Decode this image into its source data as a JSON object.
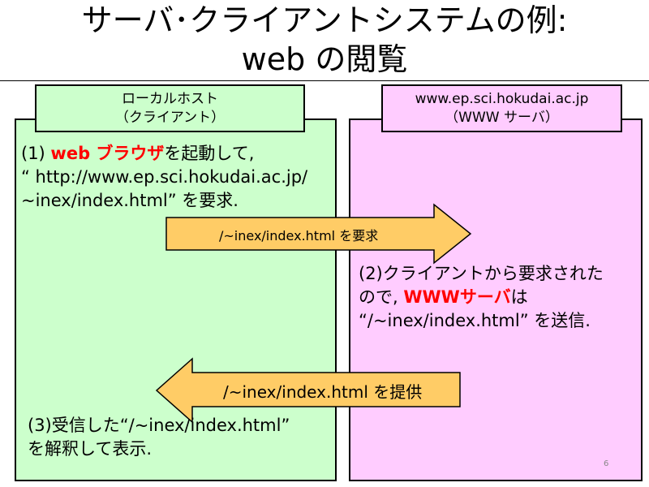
{
  "title": {
    "line1": "サーバ･クライアントシステムの例:",
    "line2": "web の閲覧"
  },
  "client": {
    "label_line1": "ローカルホスト",
    "label_line2": "（クライアント）",
    "step1": {
      "prefix": "(1) ",
      "highlight": "web ブラウザ",
      "line1_suffix": "を起動して,",
      "line2": "“ http://www.ep.sci.hokudai.ac.jp/",
      "line3": "~inex/index.html” を要求."
    },
    "step3": {
      "line1": "(3)受信した“/~inex/index.html”",
      "line2": "を解釈して表示."
    }
  },
  "server": {
    "label_line1": "www.ep.sci.hokudai.ac.jp",
    "label_line2": "（WWW サーバ）",
    "step2": {
      "line1": "(2)クライアントから要求された",
      "line2_prefix": "ので, ",
      "line2_highlight": "WWWサーバ",
      "line2_suffix": "は",
      "line3": "“/~inex/index.html” を送信."
    }
  },
  "arrows": {
    "request_label": "/~inex/index.html を要求",
    "provide_label": "/~inex/index.html を提供",
    "fill_color": "#ffcc66"
  },
  "colors": {
    "client_bg": "#ccffcc",
    "server_bg": "#ffccff",
    "highlight": "#ff0000"
  },
  "page_number": "6"
}
